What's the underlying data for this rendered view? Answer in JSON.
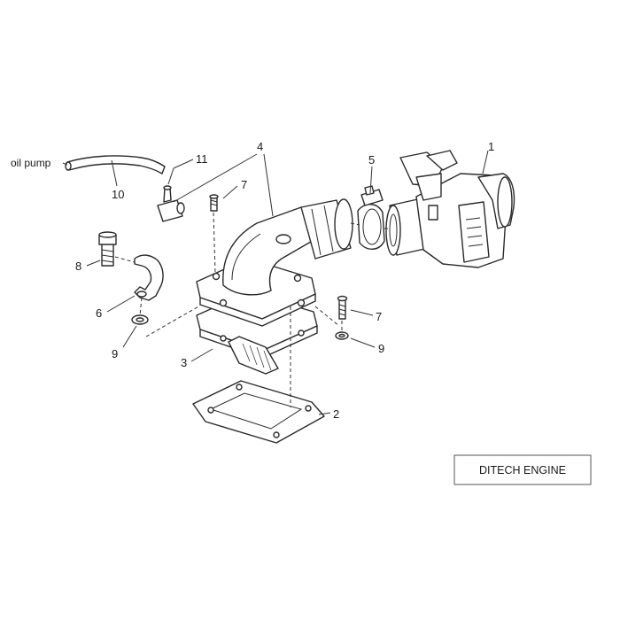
{
  "callouts": {
    "c1": "1",
    "c2": "2",
    "c3": "3",
    "c4": "4",
    "c5": "5",
    "c6": "6",
    "c7a": "7",
    "c7b": "7",
    "c8": "8",
    "c9a": "9",
    "c9b": "9",
    "c10": "10",
    "c11": "11"
  },
  "labels": {
    "oil_pump": "oil pump"
  },
  "engine_box": {
    "label": "DITECH ENGINE"
  }
}
